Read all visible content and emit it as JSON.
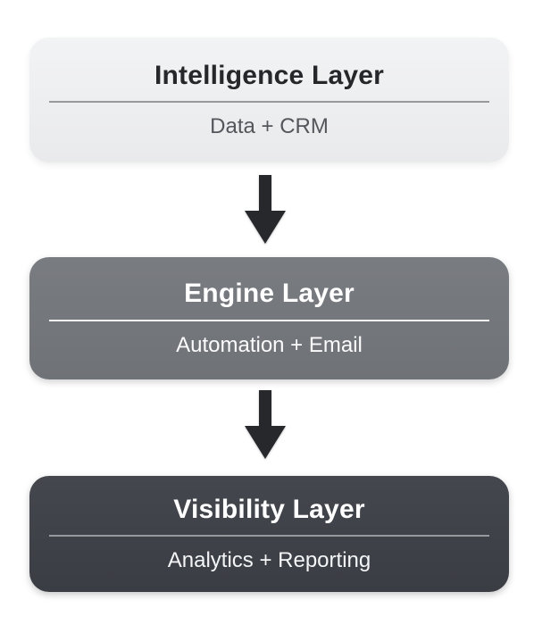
{
  "diagram": {
    "background_color": "#FFFFFF",
    "arrow_color": "#26282C",
    "layers": [
      {
        "title": "Intelligence Layer",
        "subtitle": "Data + CRM",
        "bg_color": "#ECEDEE",
        "title_color": "#25272B",
        "subtitle_color": "#54565B",
        "divider_color": "#98999C"
      },
      {
        "title": "Engine Layer",
        "subtitle": "Automation + Email",
        "bg_color": "#74777C",
        "title_color": "#FFFFFF",
        "subtitle_color": "#FBFBFC",
        "divider_color": "#F2F2F3"
      },
      {
        "title": "Visibility Layer",
        "subtitle": "Analytics + Reporting",
        "bg_color": "#3F4248",
        "title_color": "#FFFFFF",
        "subtitle_color": "#F4F5F6",
        "divider_color": "#97999D"
      }
    ]
  }
}
